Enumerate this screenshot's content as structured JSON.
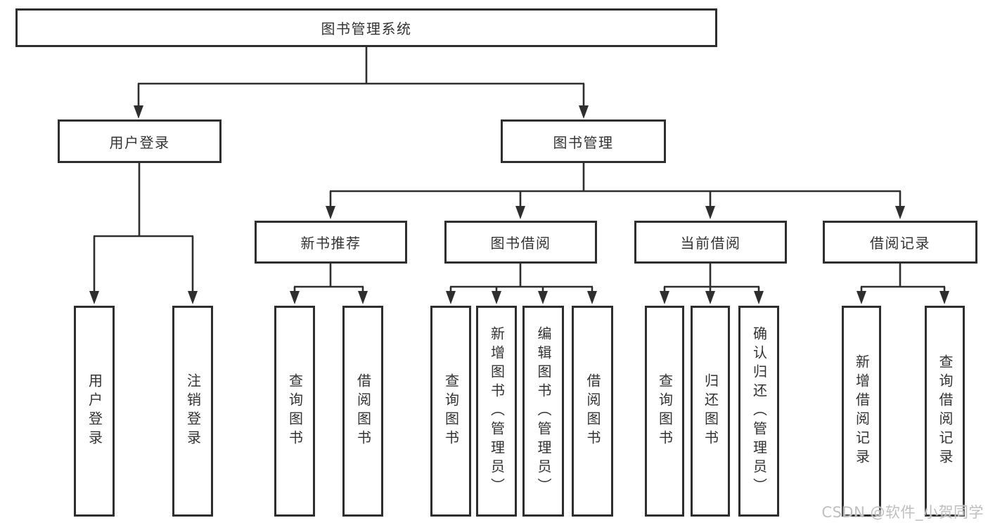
{
  "diagram": {
    "title": "图书管理系统",
    "level2": [
      {
        "label": "用户登录"
      },
      {
        "label": "图书管理"
      }
    ],
    "level3": [
      {
        "label": "新书推荐"
      },
      {
        "label": "图书借阅"
      },
      {
        "label": "当前借阅"
      },
      {
        "label": "借阅记录"
      }
    ],
    "leaves": [
      {
        "label": "用户登录"
      },
      {
        "label": "注销登录"
      },
      {
        "label": "查询图书"
      },
      {
        "label": "借阅图书"
      },
      {
        "label": "查询图书"
      },
      {
        "label": "新增图书（管理员）"
      },
      {
        "label": "编辑图书（管理员）"
      },
      {
        "label": "借阅图书"
      },
      {
        "label": "查询图书"
      },
      {
        "label": "归还图书"
      },
      {
        "label": "确认归还（管理员）"
      },
      {
        "label": "新增借阅记录"
      },
      {
        "label": "查询借阅记录"
      }
    ]
  },
  "watermark": {
    "text": "CSDN @软件_小贺同学"
  },
  "colors": {
    "line": "#2e2e2e",
    "text": "#333333",
    "watermark": "#bfbfbf",
    "background": "#ffffff"
  }
}
